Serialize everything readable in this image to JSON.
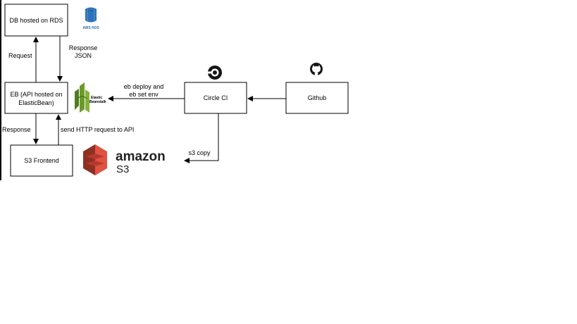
{
  "diagram": {
    "nodes": {
      "db": {
        "label": "DB hosted on RDS"
      },
      "eb": {
        "label_line1": "EB (API hosted on",
        "label_line2": "ElasticBean)"
      },
      "s3": {
        "label": "S3 Frontend"
      },
      "circle": {
        "label": "Circle CI"
      },
      "github": {
        "label": "Github"
      }
    },
    "edges": {
      "request": "Request",
      "response_json_1": "Response",
      "response_json_2": "JSON",
      "response": "Response",
      "send_http": "send HTTP request to API",
      "eb_deploy_1": "eb deploy and",
      "eb_deploy_2": "eb set env",
      "s3_copy": "s3 copy"
    },
    "logos": {
      "aws_rds": "AWS RDS",
      "elastic_1": "Elastic",
      "elastic_2": "Beanstalk",
      "amazon": "amazon",
      "s3": "S3"
    },
    "icons": {
      "rds": "aws-rds-icon",
      "beanstalk": "elastic-beanstalk-icon",
      "s3": "amazon-s3-icon",
      "circleci": "circleci-icon",
      "github": "github-icon"
    },
    "colors": {
      "rds_blue": "#2e73b8",
      "beanstalk_green": "#6b9a2a",
      "s3_red": "#e05243"
    }
  }
}
